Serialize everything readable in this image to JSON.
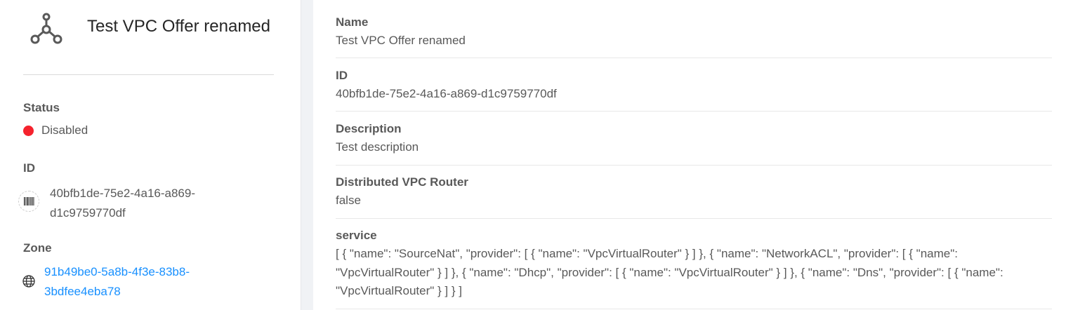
{
  "resource": {
    "title": "Test VPC Offer renamed",
    "icon": "network-nodes-icon"
  },
  "sidebar": {
    "status_label": "Status",
    "status_value": "Disabled",
    "status_color": "#f5222d",
    "id_label": "ID",
    "id_value": "40bfb1de-75e2-4a16-a869-d1c9759770df",
    "id_icon": "barcode-icon",
    "zone_label": "Zone",
    "zone_value": "91b49be0-5a8b-4f3e-83b8-3bdfee4eba78",
    "zone_icon": "globe-icon"
  },
  "details": [
    {
      "label": "Name",
      "value": "Test VPC Offer renamed"
    },
    {
      "label": "ID",
      "value": "40bfb1de-75e2-4a16-a869-d1c9759770df"
    },
    {
      "label": "Description",
      "value": "Test description"
    },
    {
      "label": "Distributed VPC Router",
      "value": "false"
    },
    {
      "label": "service",
      "value": "[ { \"name\": \"SourceNat\", \"provider\": [ { \"name\": \"VpcVirtualRouter\" } ] }, { \"name\": \"NetworkACL\", \"provider\": [ { \"name\": \"VpcVirtualRouter\" } ] }, { \"name\": \"Dhcp\", \"provider\": [ { \"name\": \"VpcVirtualRouter\" } ] }, { \"name\": \"Dns\", \"provider\": [ { \"name\": \"VpcVirtualRouter\" } ] } ]"
    }
  ],
  "colors": {
    "link": "#1890ff",
    "text": "#595959",
    "divider_background": "#f0f2f5"
  }
}
